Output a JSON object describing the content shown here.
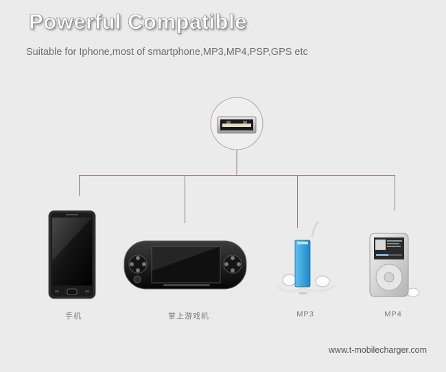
{
  "header": {
    "title": "Powerful Compatible",
    "subtitle": "Suitable for Iphone,most of smartphone,MP3,MP4,PSP,GPS etc"
  },
  "devices": [
    {
      "label": "手机",
      "icon": "smartphone-icon"
    },
    {
      "label": "掌上游戏机",
      "icon": "handheld-console-icon"
    },
    {
      "label": "MP3",
      "icon": "mp3-player-icon"
    },
    {
      "label": "MP4",
      "icon": "mp4-player-icon"
    }
  ],
  "hub_icon": "usb-port-icon",
  "footer": {
    "website": "www.t-mobilecharger.com"
  },
  "colors": {
    "background": "#ebebeb",
    "connector_line": "#8a7f7f",
    "mp3_body": "#3aa6e0"
  }
}
